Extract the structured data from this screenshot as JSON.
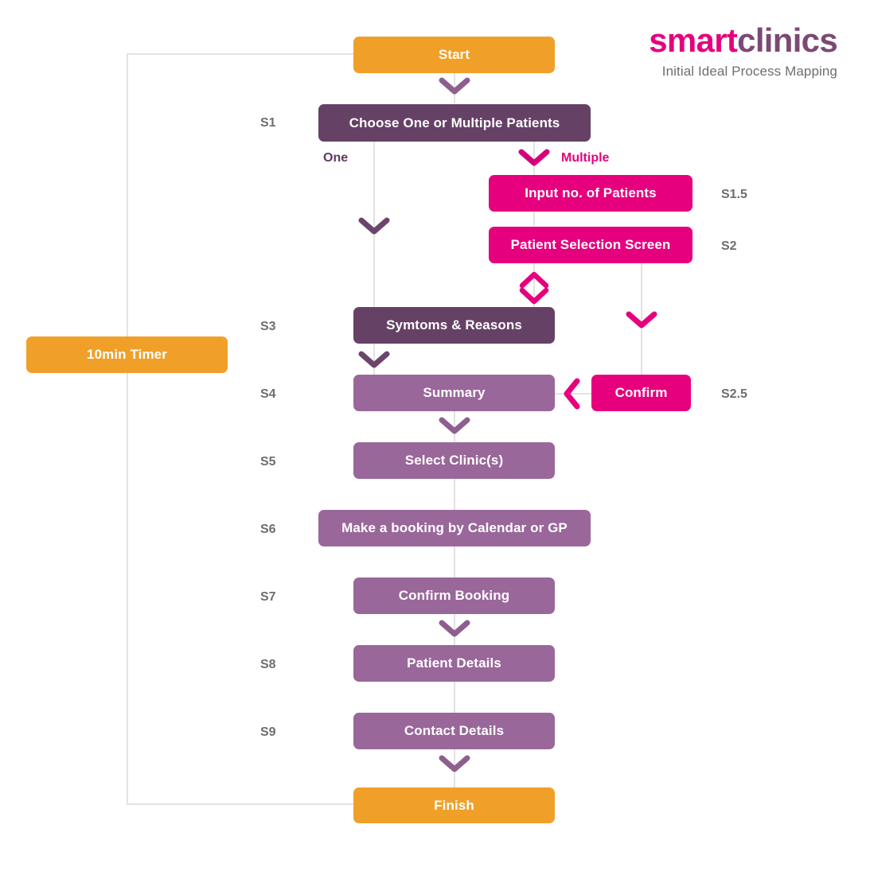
{
  "brand": {
    "logo_part_1": "smart",
    "logo_part_2": "clinics",
    "subtitle": "Initial Ideal Process Mapping",
    "color_pink": "#E6007E",
    "color_purple": "#7B4A74"
  },
  "palette": {
    "orange": "#F0A028",
    "dark_purple": "#664166",
    "purple": "#9A679A",
    "pink": "#E6007E",
    "line_gray": "#E4E2E2",
    "label_gray": "#6E6E6E"
  },
  "aside": {
    "timer_label": "10min Timer"
  },
  "branch_labels": {
    "one": "One",
    "multiple": "Multiple"
  },
  "nodes": [
    {
      "id": "start",
      "label": "Start",
      "step": "",
      "color": "orange"
    },
    {
      "id": "s1",
      "label": "Choose One or Multiple Patients",
      "step": "S1",
      "color": "dark_purple"
    },
    {
      "id": "s1_5",
      "label": "Input no. of Patients",
      "step": "S1.5",
      "color": "pink"
    },
    {
      "id": "s2",
      "label": "Patient Selection Screen",
      "step": "S2",
      "color": "pink"
    },
    {
      "id": "s3",
      "label": "Symtoms & Reasons",
      "step": "S3",
      "color": "dark_purple"
    },
    {
      "id": "s4",
      "label": "Summary",
      "step": "S4",
      "color": "purple"
    },
    {
      "id": "s2_5",
      "label": "Confirm",
      "step": "S2.5",
      "color": "pink"
    },
    {
      "id": "s5",
      "label": "Select Clinic(s)",
      "step": "S5",
      "color": "purple"
    },
    {
      "id": "s6",
      "label": "Make a booking by Calendar or GP",
      "step": "S6",
      "color": "purple"
    },
    {
      "id": "s7",
      "label": "Confirm Booking",
      "step": "S7",
      "color": "purple"
    },
    {
      "id": "s8",
      "label": "Patient Details",
      "step": "S8",
      "color": "purple"
    },
    {
      "id": "s9",
      "label": "Contact Details",
      "step": "S9",
      "color": "purple"
    },
    {
      "id": "finish",
      "label": "Finish",
      "step": "",
      "color": "orange"
    }
  ],
  "connectors": [
    {
      "name": "start-to-s1",
      "glyph": "chevron-down",
      "color": "#8E5F8E"
    },
    {
      "name": "s1-to-multiple",
      "glyph": "chevron-down",
      "color": "#D4007B"
    },
    {
      "name": "one-branch-down",
      "glyph": "chevron-down",
      "color": "#6B456B"
    },
    {
      "name": "s2-to-s3-bidirectional",
      "glyph": "chevron-up-down",
      "color": "#E6007E"
    },
    {
      "name": "s2-to-confirm",
      "glyph": "chevron-down",
      "color": "#E6007E"
    },
    {
      "name": "s3-to-s4",
      "glyph": "chevron-down",
      "color": "#6B456B"
    },
    {
      "name": "confirm-to-summary",
      "glyph": "chevron-left",
      "color": "#E6007E"
    },
    {
      "name": "s4-to-s5",
      "glyph": "chevron-down",
      "color": "#8E5F8E"
    },
    {
      "name": "s7-to-s8",
      "glyph": "chevron-down",
      "color": "#8E5F8E"
    },
    {
      "name": "s9-to-finish",
      "glyph": "chevron-down",
      "color": "#8E5F8E"
    }
  ]
}
